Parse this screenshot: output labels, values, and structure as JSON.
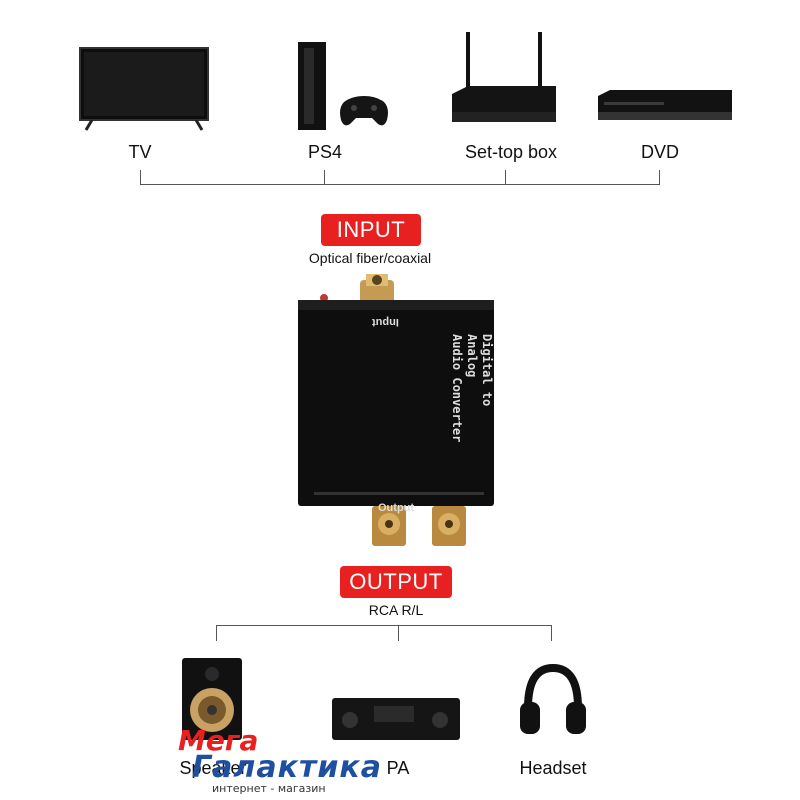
{
  "inputs": {
    "devices": [
      {
        "label": "TV",
        "icon": "tv-icon"
      },
      {
        "label": "PS4",
        "icon": "game-console-icon"
      },
      {
        "label": "Set-top box",
        "icon": "set-top-box-icon"
      },
      {
        "label": "DVD",
        "icon": "dvd-player-icon"
      }
    ]
  },
  "input_badge": {
    "label": "INPUT",
    "sub": "Optical fiber/coaxial"
  },
  "converter": {
    "title_line1": "Digital to Analog",
    "title_line2": "Audio Converter",
    "input_label": "Input",
    "output_label": "Output"
  },
  "output_badge": {
    "label": "OUTPUT",
    "sub": "RCA R/L"
  },
  "outputs": {
    "devices": [
      {
        "label": "Speaker",
        "icon": "speaker-icon"
      },
      {
        "label": "PA",
        "icon": "amplifier-icon"
      },
      {
        "label": "Headset",
        "icon": "headphones-icon"
      }
    ]
  },
  "watermark": {
    "line1": "Мега",
    "line2": "Галактика",
    "tagline": "интернет - магазин"
  },
  "colors": {
    "badge": "#e8201f",
    "device": "#111111"
  }
}
